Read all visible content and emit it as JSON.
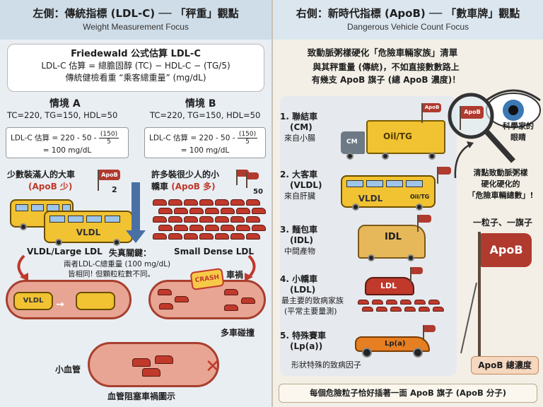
{
  "left": {
    "title": "左側：傳統指標 (LDL-C) ── 「秤重」觀點",
    "subtitle": "Weight Measurement Focus",
    "formula": {
      "heading": "Friedewald 公式估算 LDL-C",
      "line1": "LDL-C 估算 = 總膽固醇 (TC) − HDL-C − (TG/5)",
      "line2": "傳統健檢看重 “乘客總重量” (mg/dL)"
    },
    "scenario_a": {
      "title": "情境 A",
      "values": "TC=220, TG=150, HDL=50",
      "calc_prefix": "LDL-C 估算 = 220 - 50 -",
      "frac_num": "(150)",
      "frac_den": "5",
      "calc_result": "= 100 mg/dL",
      "desc1": "少數裝滿人的大車",
      "desc2": "(ApoB 少)",
      "flag_label": "ApoB",
      "flag_count": "2",
      "bus_label": "VLDL",
      "caption": "VLDL/Large LDL"
    },
    "scenario_b": {
      "title": "情境 B",
      "values": "TC=220, TG=150, HDL=50",
      "calc_prefix": "LDL-C 估算 = 220 - 50 -",
      "frac_num": "(150)",
      "frac_den": "5",
      "calc_result": "= 100 mg/dL",
      "desc1": "許多裝很少人的小",
      "desc2": "轎車",
      "desc3": "(ApoB 多)",
      "flag_count": "50",
      "caption": "Small Dense LDL"
    },
    "key": {
      "label": "失真關鍵：",
      "line1": "兩者LDL-C總重量 (100 mg/dL)",
      "line2": "皆相同! 但顆粒粒數不同。"
    },
    "crash_label": "CRASH",
    "accident_label": "車禍",
    "collision_label": "多車碰撞",
    "small_vessel_label": "小血管",
    "blockage_caption": "血管阻塞車禍圖示",
    "vessel_bus_label": "VLDL"
  },
  "right": {
    "title": "右側：新時代指標 (ApoB) ── 「數車牌」觀點",
    "subtitle": "Dangerous Vehicle Count Focus",
    "list_heading": "致動脈粥樣硬化「危險車輛家族」清單",
    "intro1": "與其秤重量 (傳統)，不如直接數數路上",
    "intro2": "有幾支 ApoB 旗子 (總 ApoB 濃度)！",
    "items": [
      {
        "num": "1. 聯結車",
        "name": "(CM)",
        "desc": "來自小腸",
        "vehicle_label": "Oil/TG",
        "side_label": "CM"
      },
      {
        "num": "2. 大客車",
        "name": "(VLDL)",
        "desc": "來自肝臟",
        "vehicle_label": "VLDL",
        "side_label": "Oil/TG"
      },
      {
        "num": "3. 麵包車",
        "name": "(IDL)",
        "desc": "中間產物",
        "vehicle_label": "IDL"
      },
      {
        "num": "4. 小轎車",
        "name": "(LDL)",
        "desc": "最主要的致病家族",
        "desc2": "(平常主要量測)",
        "vehicle_label": "LDL"
      },
      {
        "num": "5. 特殊賽車",
        "name": "(Lp(a))",
        "desc": "形狀特殊的致病因子",
        "vehicle_label": "Lp(a)"
      }
    ],
    "flag_label": "ApoB",
    "magnifier_label": "ApoB",
    "scientist_eye1": "科學家的",
    "scientist_eye2": "眼睛",
    "count_note1": "清點致動脈粥樣",
    "count_note2": "硬化硬化的",
    "count_note3": "「危險車輛總數」!",
    "one_particle": "一粒子、一旗子",
    "big_flag": "ApoB",
    "total_box": "ApoB 總濃度",
    "bottom_note": "每個危險粒子恰好插著一面 ApoB 旗子 (ApoB 分子)"
  },
  "colors": {
    "flag_red": "#b03a2e",
    "bus_yellow": "#f1c232",
    "car_red": "#c0392b",
    "vessel": "#e8a593"
  }
}
